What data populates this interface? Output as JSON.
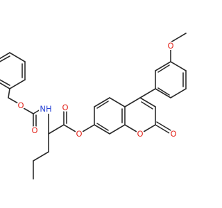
{
  "structure": {
    "labels": {
      "o_methoxy": "O",
      "o_carbamate_ester": "O",
      "o_carbamate_carbonyl": "O",
      "nh": "NH",
      "o_ester_carbonyl": "O",
      "o_ester_link": "O",
      "o_lactone_ring": "O",
      "o_lactone_carbonyl": "O"
    },
    "colors": {
      "bond": "#2b2b2b",
      "oxygen": "#e3281f",
      "nitrogen": "#2a45d6"
    }
  }
}
